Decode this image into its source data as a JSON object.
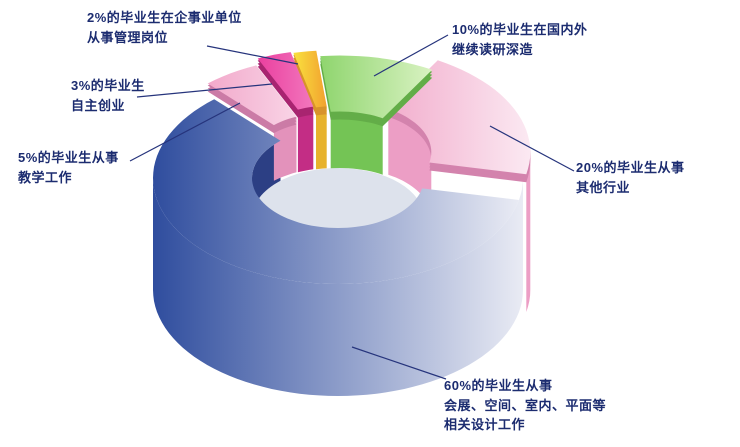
{
  "chart_data": {
    "type": "pie",
    "variant": "3d-exploded-donut",
    "unit": "percent",
    "background": "#ffffff",
    "text_color": "#1c2c70",
    "line_color": "#26347c",
    "hole_color": "#dde2ec",
    "slices": [
      {
        "id": "design",
        "value": 60,
        "category": "会展、空间、室内、平面等相关设计工作",
        "label": "60%的毕业生从事\n会展、空间、室内、平面等\n相关设计工作",
        "color": "#2f4d9e",
        "color2": "#e9ebf4",
        "inner": "#2c3f84",
        "side": "#233a7d"
      },
      {
        "id": "other",
        "value": 20,
        "category": "其他行业",
        "label": "20%的毕业生从事\n其他行业",
        "color": "#f2aecd",
        "color2": "#fbe9f2",
        "inner": "#ec9ec5",
        "side": "#d383ad"
      },
      {
        "id": "study",
        "value": 10,
        "category": "国内外继续读研深造",
        "label": "10%的毕业生在国内外\n继续读研深造",
        "color": "#8fd56e",
        "color2": "#d9f2c2",
        "inner": "#74c455",
        "side": "#63ad48"
      },
      {
        "id": "management",
        "value": 2,
        "category": "企事业单位管理岗位",
        "label": "2%的毕业生在企事业单位\n从事管理岗位",
        "color": "#f9e23e",
        "color2": "#f2a12f",
        "inner": "#e7b22c",
        "side": "#d8932a"
      },
      {
        "id": "startup",
        "value": 3,
        "category": "自主创业",
        "label": "3%的毕业生\n自主创业",
        "color": "#ea3f9f",
        "color2": "#f277bd",
        "inner": "#c32d85",
        "side": "#a82470"
      },
      {
        "id": "teaching",
        "value": 5,
        "category": "教学工作",
        "label": "5%的毕业生从事\n教学工作",
        "color": "#f2a9cb",
        "color2": "#f9d4e6",
        "inner": "#e392bb",
        "side": "#cb7ba6"
      }
    ]
  }
}
